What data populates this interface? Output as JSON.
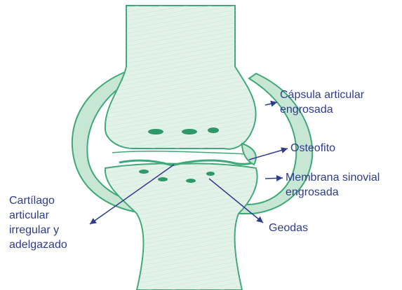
{
  "diagram": {
    "labels": {
      "capsula": "Cápsula articular\nengrosada",
      "osteofito": "Osteofito",
      "membrana": "Membrana sinovial\nengrosada",
      "geodas": "Geodas",
      "cartilago": "Cartílago\narticular\nirregular y\nadelgazado"
    }
  },
  "colors": {
    "bone_stroke": "#3fa878",
    "bone_fill": "#e3f2e9",
    "capsule_fill": "#c8e6d4",
    "arrow": "#2f3c8e",
    "label_text": "#2f3c8e"
  }
}
